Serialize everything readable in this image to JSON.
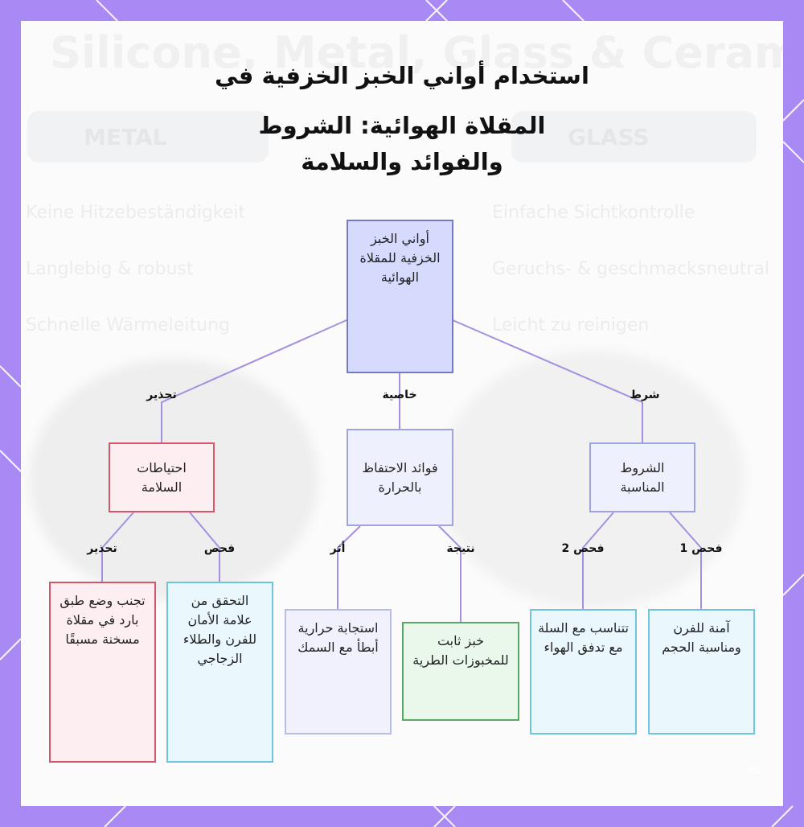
{
  "title": {
    "line1": "استخدام أواني الخبز الخزفية في",
    "line2": "المقلاة الهوائية: الشروط",
    "line3": "والفوائد والسلامة"
  },
  "background_text": {
    "headline": "Silicone, Metal, Glass & Ceramic",
    "pill_left": "METAL",
    "pill_right": "GLASS",
    "rows_left": [
      "Keine Hitzebeständigkeit",
      "Langlebig & robust",
      "Schnelle Wärmeleitung"
    ],
    "rows_right": [
      "Einfache Sichtkontrolle",
      "Geruchs- & geschmacksneutral",
      "Leicht zu reinigen"
    ]
  },
  "nodes": {
    "root": "أواني الخبز الخزفية للمقلاة الهوائية",
    "safety": "احتياطات السلامة",
    "heat": "فوائد الاحتفاظ بالحرارة",
    "conditions": "الشروط المناسبة",
    "avoid_cold": "تجنب وضع طبق بارد في مقلاة مسخنة مسبقًا",
    "check_mark": "التحقق من علامة الأمان للفرن والطلاء الزجاجي",
    "slow_response": "استجابة حرارية أبطأ مع السمك",
    "stable_bake": "خبز ثابت للمخبوزات الطرية",
    "fit_basket": "تتناسب مع السلة مع تدفق الهواء",
    "oven_safe": "آمنة للفرن ومناسبة الحجم"
  },
  "edge_labels": {
    "warning": "تحذير",
    "property": "خاصية",
    "condition": "شرط",
    "warning2": "تحذير",
    "check": "فحص",
    "effect": "أثر",
    "result": "نتيجة",
    "check2": "فحص 2",
    "check1": "فحص 1"
  },
  "colors": {
    "frame": "#a98af5",
    "edge": "#a58fe0",
    "root_fill": "#d6dafd",
    "red_border": "#d3566a",
    "cyan_border": "#6cc5dc",
    "green_border": "#5aa865"
  },
  "icons": {
    "watermark": "envelope-icon"
  }
}
